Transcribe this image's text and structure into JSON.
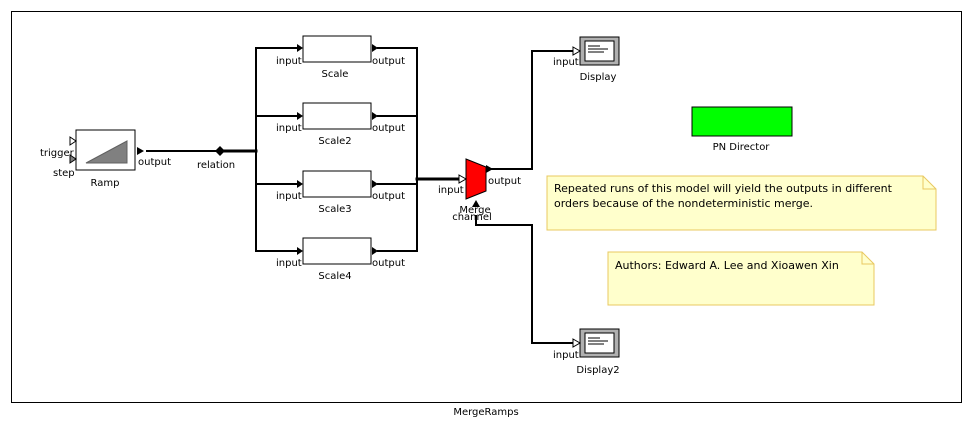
{
  "diagram": {
    "title": "MergeRamps",
    "director_label": "PN Director",
    "colors": {
      "director_fill": "#00ff00",
      "merge_fill": "#ff0000",
      "note_fill": "#ffffcc",
      "note_border": "#e8c860",
      "wire": "#000000"
    }
  },
  "ramp": {
    "name": "Ramp",
    "port_trigger": "trigger",
    "port_step": "step",
    "port_output": "output"
  },
  "relation": {
    "name": "relation"
  },
  "scales": [
    {
      "name": "Scale",
      "port_in": "input",
      "port_out": "output"
    },
    {
      "name": "Scale2",
      "port_in": "input",
      "port_out": "output"
    },
    {
      "name": "Scale3",
      "port_in": "input",
      "port_out": "output"
    },
    {
      "name": "Scale4",
      "port_in": "input",
      "port_out": "output"
    }
  ],
  "merge": {
    "name": "Merge",
    "port_input": "input",
    "port_output": "output",
    "port_channel": "channel"
  },
  "displays": [
    {
      "name": "Display",
      "port_in": "input"
    },
    {
      "name": "Display2",
      "port_in": "input"
    }
  ],
  "notes": {
    "nondeterminism": "Repeated runs of this model will yield the outputs in different\norders because of the nondeterministic merge.",
    "authors": "Authors: Edward A. Lee and Xioawen Xin"
  }
}
